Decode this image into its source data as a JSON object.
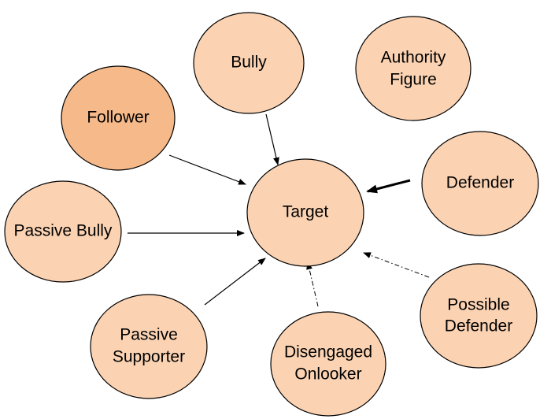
{
  "colors": {
    "node_fill": "#fbd3b3",
    "follower_fill": "#f5b98a",
    "outline": "#000000",
    "arrow": "#000000",
    "background": "#ffffff"
  },
  "nodes": {
    "bully": {
      "lines": [
        "Bully"
      ]
    },
    "authority": {
      "lines": [
        "Authority",
        "Figure"
      ]
    },
    "follower": {
      "lines": [
        "Follower"
      ]
    },
    "defender": {
      "lines": [
        "Defender"
      ]
    },
    "target": {
      "lines": [
        "Target"
      ]
    },
    "passive_bully": {
      "lines": [
        "Passive Bully"
      ]
    },
    "possible_defender": {
      "lines": [
        "Possible",
        "Defender"
      ]
    },
    "passive_supporter": {
      "lines": [
        "Passive",
        "Supporter"
      ]
    },
    "disengaged_onlooker": {
      "lines": [
        "Disengaged",
        "Onlooker"
      ]
    }
  },
  "edges": [
    {
      "from": "Bully",
      "to": "Target",
      "style": "solid"
    },
    {
      "from": "Follower",
      "to": "Target",
      "style": "solid"
    },
    {
      "from": "Passive Bully",
      "to": "Target",
      "style": "solid"
    },
    {
      "from": "Passive Supporter",
      "to": "Target",
      "style": "solid"
    },
    {
      "from": "Defender",
      "to": "Target",
      "style": "bold"
    },
    {
      "from": "Possible Defender",
      "to": "Target",
      "style": "dash-dot"
    },
    {
      "from": "Disengaged Onlooker",
      "to": "Target",
      "style": "dash-dot"
    }
  ]
}
